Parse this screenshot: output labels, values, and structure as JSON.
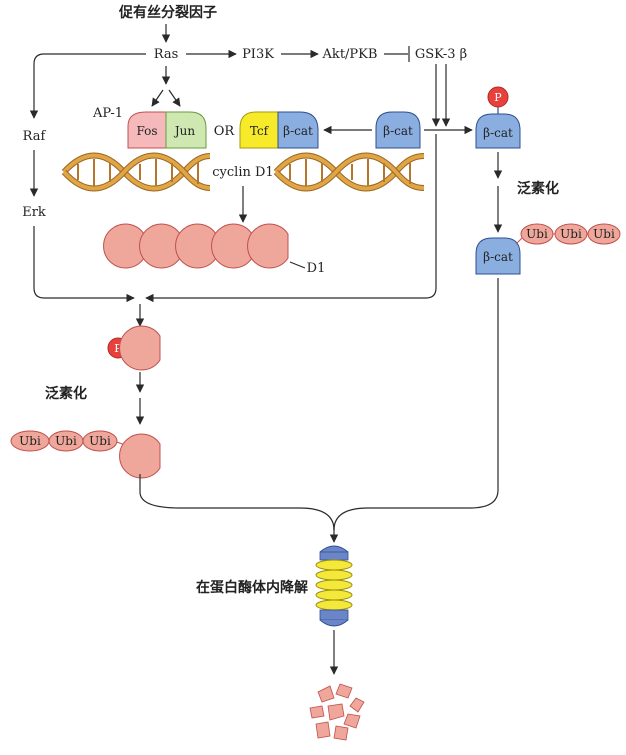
{
  "labels": {
    "mitogen": "促有丝分裂因子",
    "ras": "Ras",
    "pi3k": "PI3K",
    "akt": "Akt/PKB",
    "gsk": "GSK-3 β",
    "raf": "Raf",
    "erk": "Erk",
    "ap1": "AP-1",
    "fos": "Fos",
    "jun": "Jun",
    "or": "OR",
    "tcf": "Tcf",
    "bcat": "β-cat",
    "cyclin": "cyclin D1",
    "d1": "D1",
    "p": "P",
    "ubiq": "泛素化",
    "ubi": "Ubi",
    "proteasome": "在蛋白酶体内降解"
  },
  "colors": {
    "cyclin_fill": "#eea79a",
    "cyclin_stroke": "#c0504d",
    "bcat_fill": "#8aaee0",
    "bcat_stroke": "#2f4f8f",
    "fos_fill": "#f5b9bb",
    "jun_fill": "#cfe7b0",
    "tcf_fill": "#f6ea2a",
    "phos_fill": "#e8413c",
    "dna_gold": "#e0a544",
    "dna_dark": "#9a6422",
    "proteasome_yellow": "#f4e83a",
    "proteasome_blue": "#6a86c9"
  }
}
